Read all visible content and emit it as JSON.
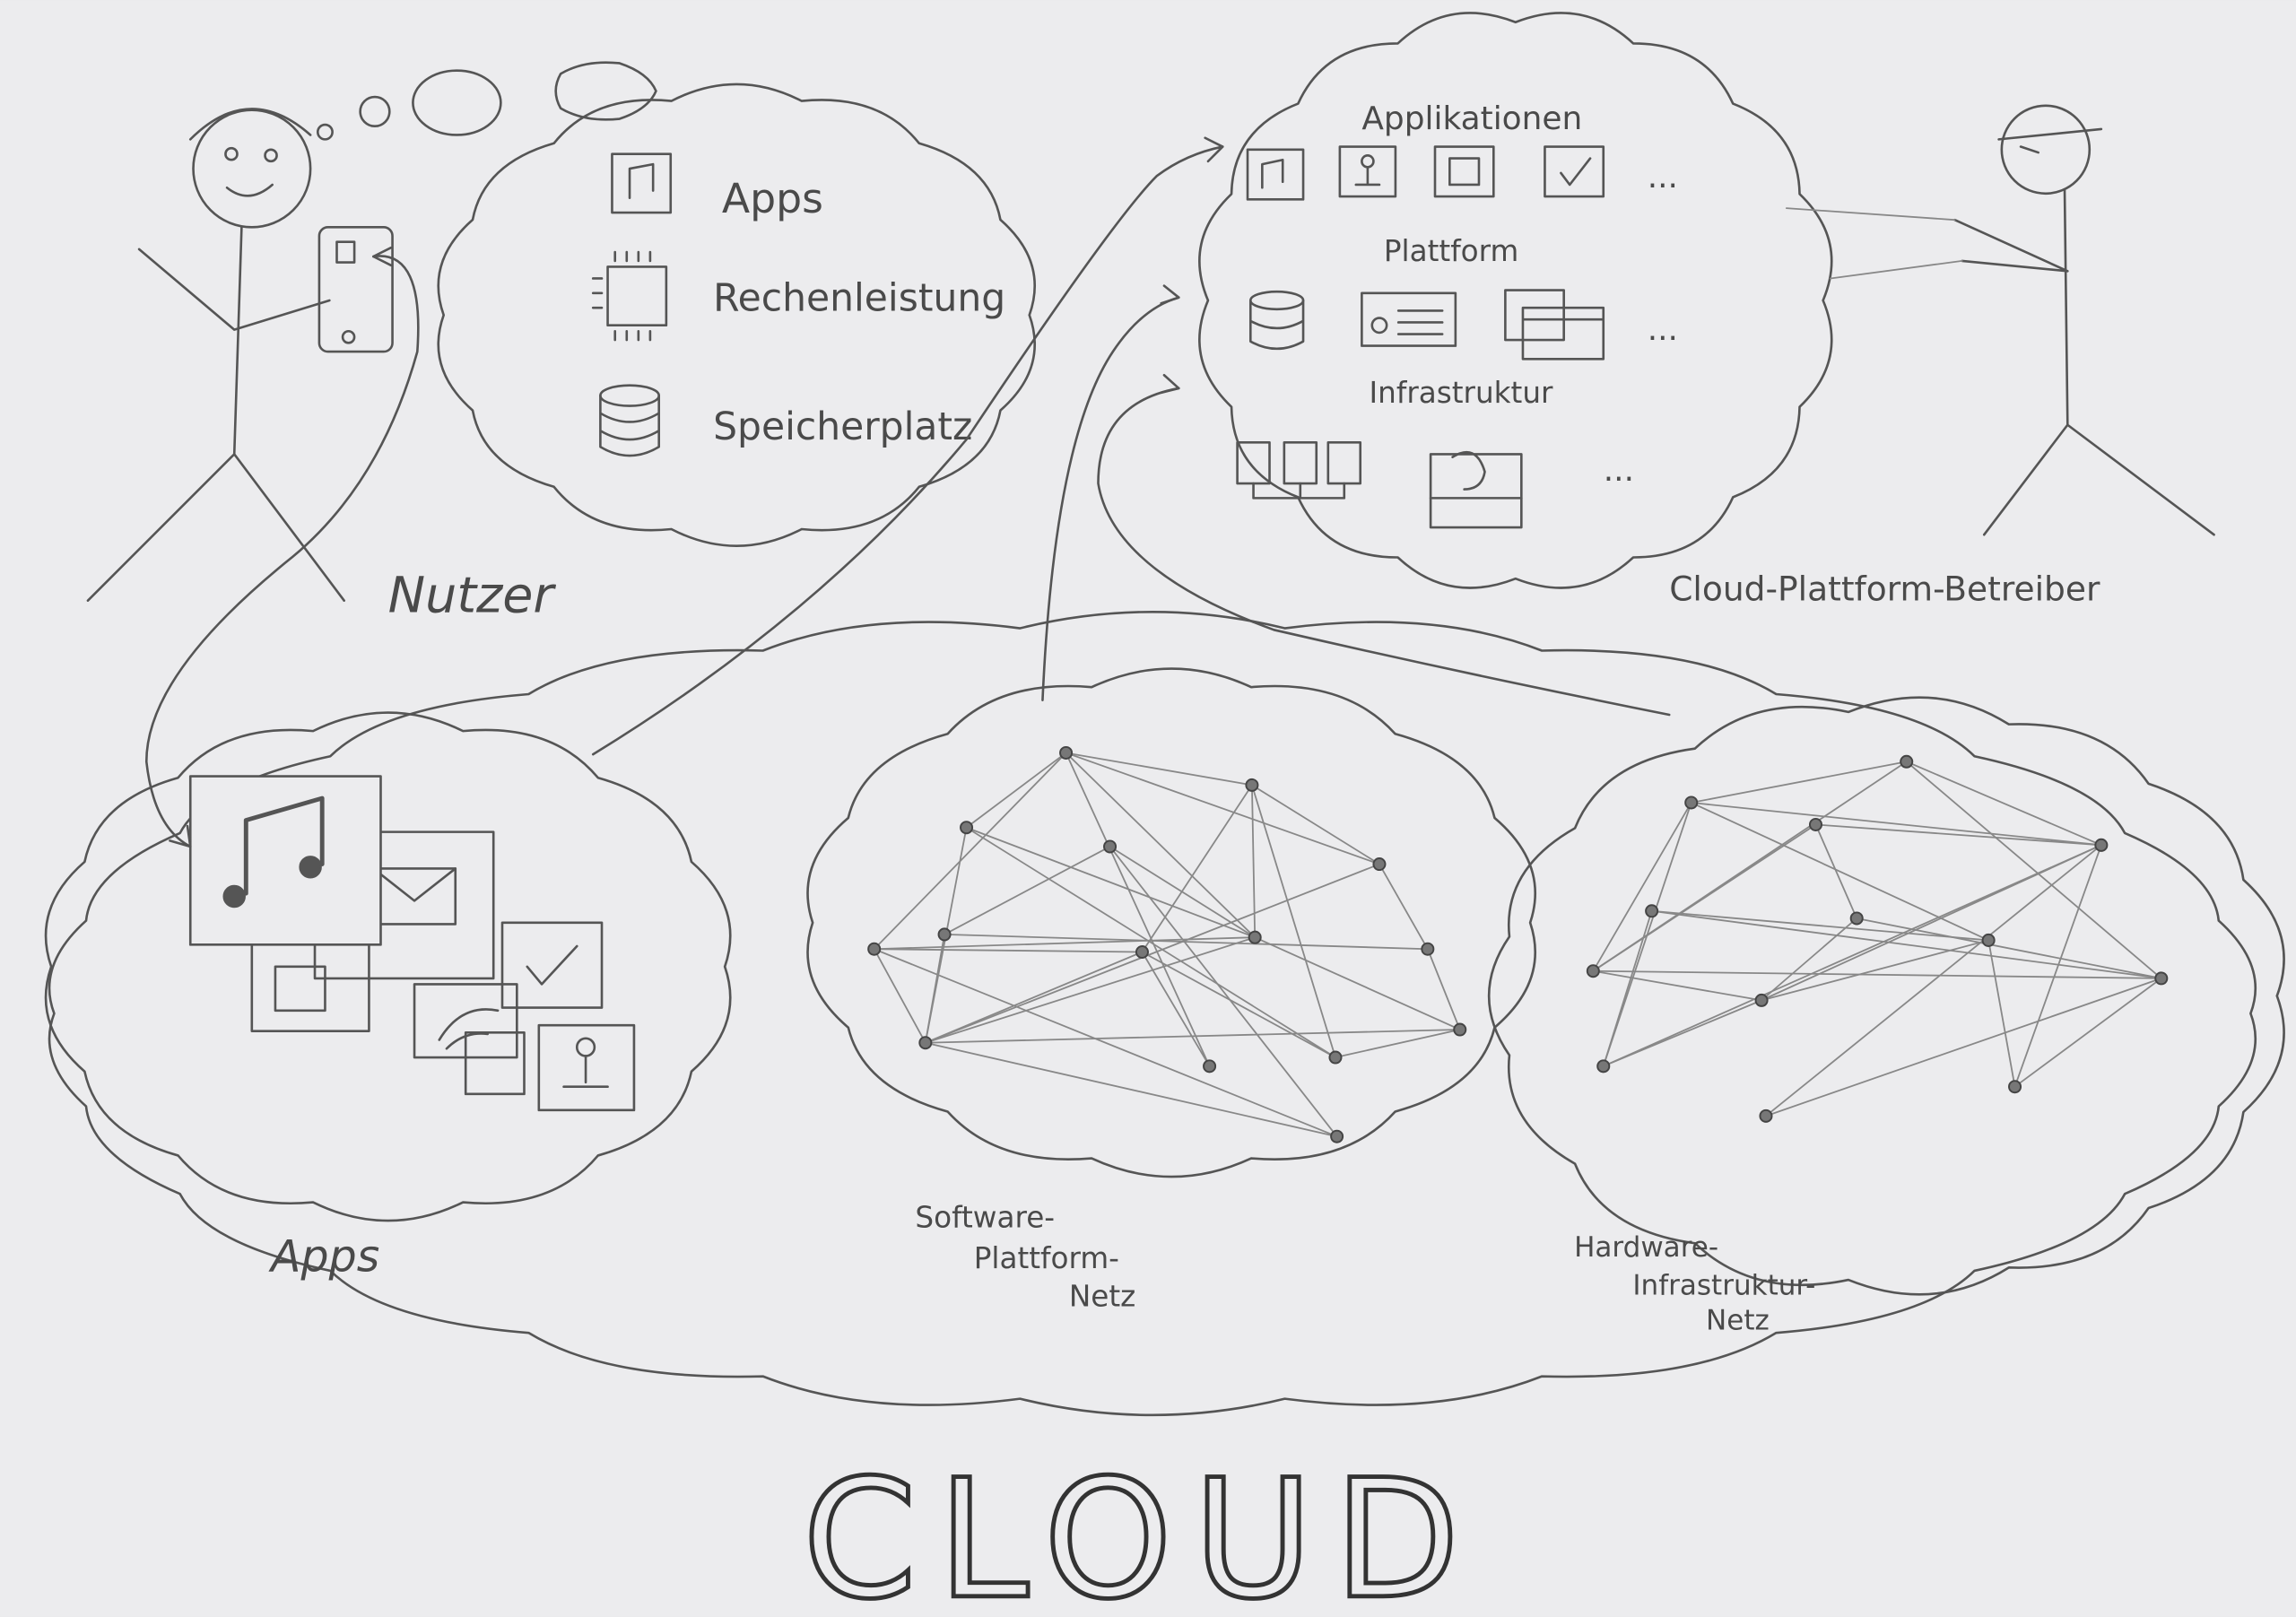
{
  "user_cloud": {
    "items": [
      {
        "label": "Apps",
        "icon": "music-app-icon"
      },
      {
        "label": "Rechenleistung",
        "icon": "cpu-chip-icon"
      },
      {
        "label": "Speicherplatz",
        "icon": "database-icon"
      }
    ]
  },
  "user_label": "Nutzer",
  "platform_cloud": {
    "applications_label": "Applikationen",
    "platform_label": "Plattform",
    "infrastructure_label": "Infrastruktur",
    "ellipsis": "..."
  },
  "operator_label": "Cloud-Plattform-Betreiber",
  "big_cloud": {
    "apps_label": "Apps",
    "software_label": [
      "Software-",
      "Plattform-",
      "Netz"
    ],
    "hardware_label": [
      "Hardware-",
      "Infrastruktur-",
      "Netz"
    ]
  },
  "title": "CLOUD",
  "colors": {
    "paper": "#e9e9ec",
    "pencil": "#555555"
  }
}
